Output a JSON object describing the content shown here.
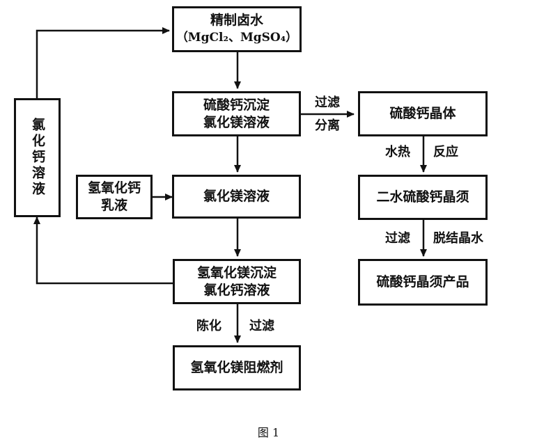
{
  "figure": {
    "caption": "图 1",
    "nodes": {
      "brine_title": "精制卤水",
      "brine_formula": "（MgCl₂、MgSO₄）",
      "caso4_precip_line1": "硫酸钙沉淀",
      "caso4_precip_line2": "氯化镁溶液",
      "mgcl2_solution": "氯化镁溶液",
      "caoh2_emulsion_line1": "氢氧化钙",
      "caoh2_emulsion_line2": "乳液",
      "mgoh2_precip_line1": "氢氧化镁沉淀",
      "mgoh2_precip_line2": "氯化钙溶液",
      "flame_retardant": "氢氧化镁阻燃剂",
      "cacl2_solution": "氯化钙溶液",
      "caso4_crystal": "硫酸钙晶体",
      "dihydrate_whisker": "二水硫酸钙晶须",
      "whisker_product": "硫酸钙晶须产品"
    },
    "edge_labels": {
      "filter_top": "过滤",
      "separate_bottom": "分离",
      "hydrothermal": "水热",
      "reaction": "反应",
      "filter_2": "过滤",
      "dehydrate": "脱结晶水",
      "aging": "陈化",
      "filter_3": "过滤"
    }
  }
}
